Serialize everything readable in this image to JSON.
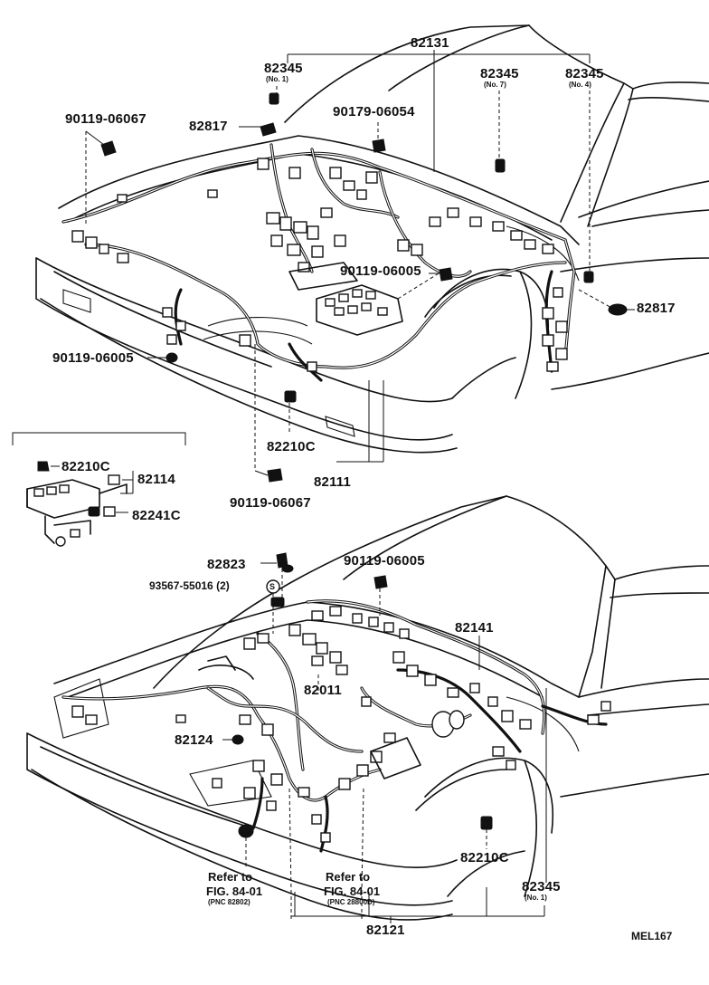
{
  "labels": {
    "p82131": "82131",
    "p82345_no1_top": "82345",
    "no1_top": "(No. 1)",
    "p82345_no7": "82345",
    "no7": "(No. 7)",
    "p82345_no4": "82345",
    "no4": "(No. 4)",
    "p90119_06067_top": "90119-06067",
    "p82817_top": "82817",
    "p90179_06054": "90179-06054",
    "p90119_06005_mid": "90119-06005",
    "p82817_right": "82817",
    "p90119_06005_left": "90119-06005",
    "p82210c_mid": "82210C",
    "p82111": "82111",
    "p90119_06067_bot": "90119-06067",
    "p82210c_inset": "82210C",
    "p82114": "82114",
    "p82241c": "82241C",
    "p82823": "82823",
    "p93567": "93567-55016 (2)",
    "s_mark": "S",
    "p90119_06005_bot": "90119-06005",
    "p82141": "82141",
    "p82011": "82011",
    "p82124": "82124",
    "refer1": "Refer to",
    "fig1": "FIG. 84-01",
    "pnc1": "(PNC 82802)",
    "refer2": "Refer to",
    "fig2": "FIG. 84-01",
    "pnc2": "(PNC 28800D)",
    "p82210c_bot": "82210C",
    "p82345_no1_bot": "82345",
    "no1_bot": "(No. 1)",
    "p82121": "82121",
    "code": "MEL167"
  }
}
